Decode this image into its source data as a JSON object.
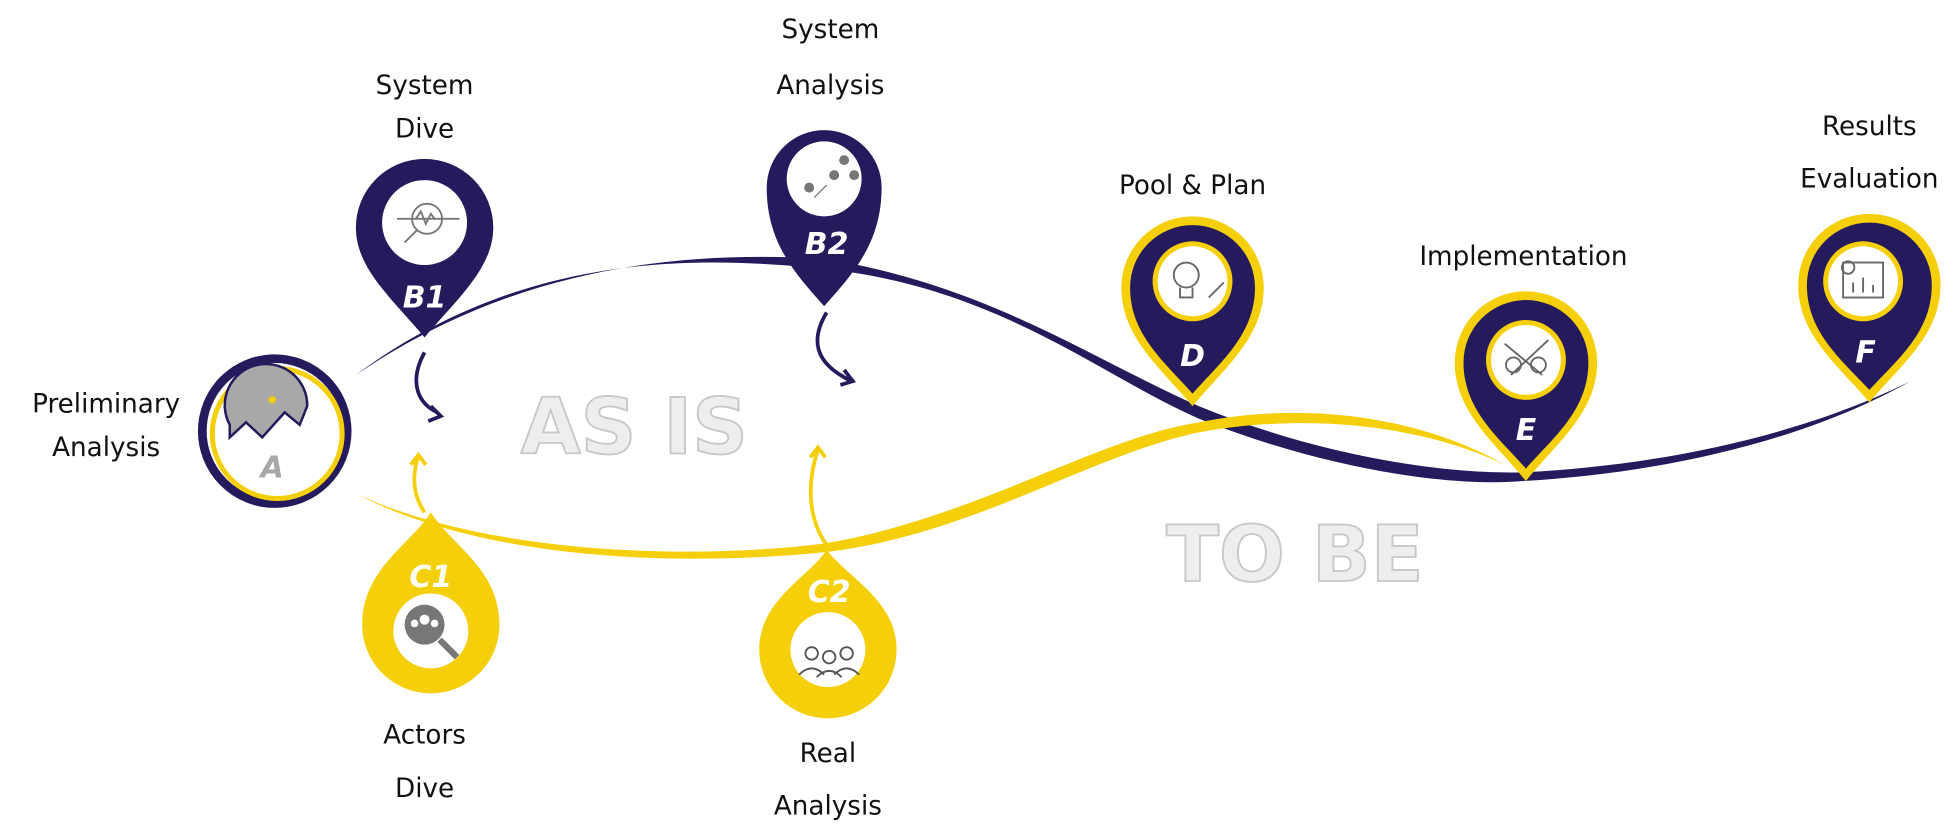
{
  "colors": {
    "navy": "#241a5c",
    "yellow": "#f5cf0a",
    "gray": "#9a9a9a"
  },
  "zones": {
    "as_is": "AS IS",
    "to_be": "TO BE"
  },
  "stages": [
    {
      "code": "A",
      "label_lines": [
        "Preliminary",
        "Analysis"
      ],
      "icon": "speedometer-icon"
    },
    {
      "code": "B1",
      "label_lines": [
        "System",
        "Dive"
      ],
      "icon": "magnifier-pulse-icon"
    },
    {
      "code": "B2",
      "label_lines": [
        "System",
        "Analysis"
      ],
      "icon": "people-network-icon"
    },
    {
      "code": "C1",
      "label_lines": [
        "Actors",
        "Dive"
      ],
      "icon": "people-search-icon"
    },
    {
      "code": "C2",
      "label_lines": [
        "Real",
        "Analysis"
      ],
      "icon": "team-ideas-icon"
    },
    {
      "code": "D",
      "label_lines": [
        "Pool & Plan"
      ],
      "icon": "lightbulb-pencil-icon"
    },
    {
      "code": "E",
      "label_lines": [
        "Implementation"
      ],
      "icon": "gears-rocket-icon"
    },
    {
      "code": "F",
      "label_lines": [
        "Results",
        "Evaluation"
      ],
      "icon": "dashboard-chart-icon"
    }
  ]
}
